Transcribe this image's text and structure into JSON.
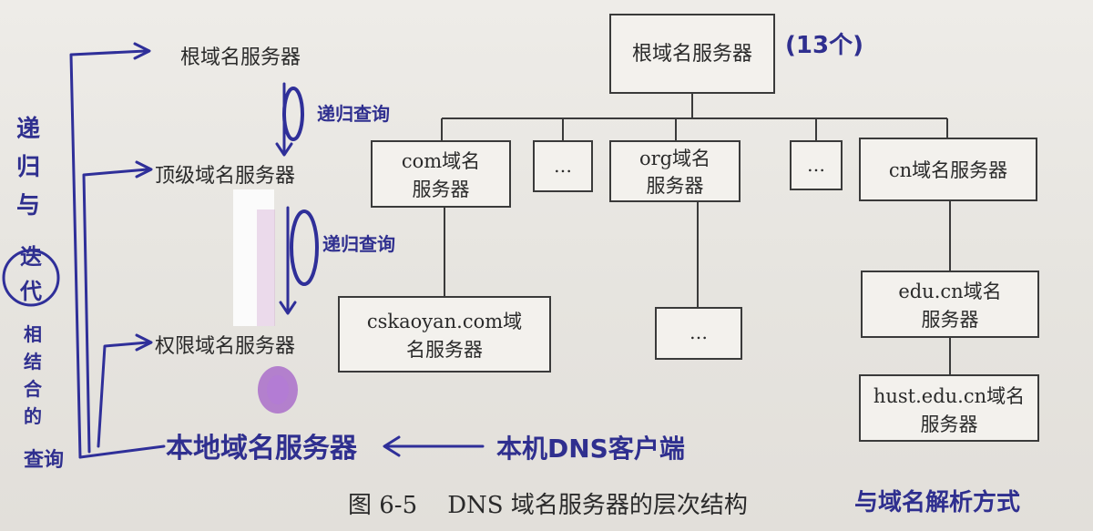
{
  "left_chain": {
    "root": "根域名服务器",
    "tld": "顶级域名服务器",
    "authoritative": "权限域名服务器",
    "local": "本地域名服务器",
    "client": "本机DNS客户端"
  },
  "annotations": {
    "recursive_query_1": "递归查询",
    "recursive_query_2": "递归查询",
    "side_note": "递归与迭代相结合的查询",
    "root_count": "(13个)"
  },
  "hierarchy": {
    "root": "根域名服务器",
    "com": [
      "com域名",
      "服务器"
    ],
    "ellipsis": "…",
    "org": [
      "org域名",
      "服务器"
    ],
    "cn": "cn域名服务器",
    "cskaoyan": [
      "cskaoyan.com域",
      "名服务器"
    ],
    "edu_cn": [
      "edu.cn域名",
      "服务器"
    ],
    "hust": [
      "hust.edu.cn域名",
      "服务器"
    ]
  },
  "caption": {
    "printed": "图 6-5    DNS 域名服务器的层次结构",
    "handwritten": "与域名解析方式"
  },
  "colors": {
    "ink": "#2f2f99",
    "highlight": "#8a2fbf",
    "print": "#2a2a2a"
  }
}
